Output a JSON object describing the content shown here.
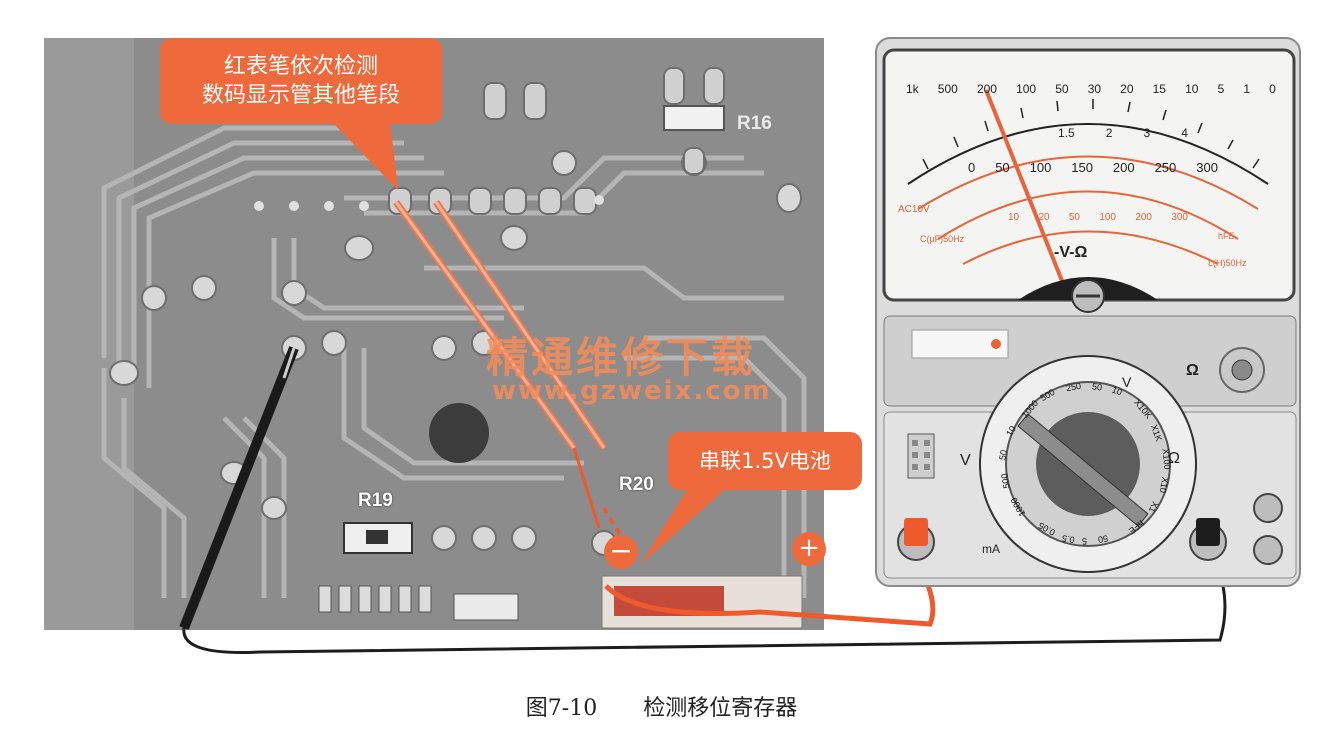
{
  "callouts": {
    "top_line1": "红表笔依次检测",
    "top_line2": "数码显示管其他笔段",
    "battery": "串联1.5V电池"
  },
  "pcb_labels": {
    "r16": "R16",
    "r19": "R19",
    "r20": "R20"
  },
  "battery_signs": {
    "negative": "−",
    "positive": "+"
  },
  "watermark": {
    "line1": "精通维修下载",
    "line2": "www.gzweix.com"
  },
  "meter": {
    "dc_v_label": "AC10V",
    "scale_ohm": [
      "1k",
      "500",
      "200",
      "100",
      "50",
      "30",
      "20",
      "15",
      "10",
      "5",
      "1",
      "0"
    ],
    "scale_mid": [
      "0",
      "50",
      "100",
      "150",
      "200",
      "250",
      "300"
    ],
    "scale_ac": [
      "10",
      "20",
      "50",
      "100",
      "200",
      "300"
    ],
    "bottom_scale": [
      "1.5",
      "2",
      "3",
      "4"
    ],
    "cap_label": "C(μF)50Hz",
    "l_label": "L(H)50Hz",
    "hfe_label": "hFE",
    "mode_label": "-V-Ω",
    "omega_label": "Ω",
    "omega_label2": "Ω",
    "v_label_left": "V",
    "v_label_top": "V",
    "ma_label": "mA",
    "ring_labels": [
      "1000",
      "500",
      "250",
      "50",
      "10",
      "X10K",
      "X1K",
      "X100",
      "X10",
      "X1",
      "hFE",
      "50",
      "5",
      "0.5",
      "0.05",
      "1000",
      "500",
      "50",
      "10"
    ]
  },
  "caption": {
    "figure": "图7-10",
    "title": "检测移位寄存器"
  },
  "colors": {
    "accent": "#ee6a3c",
    "pcb": "#8f8f8f",
    "meter_body": "#e9e9e9"
  }
}
